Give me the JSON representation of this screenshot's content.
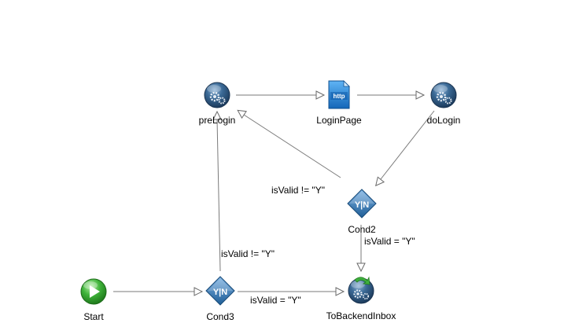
{
  "diagram": {
    "nodes": {
      "prelogin": {
        "label": "preLogin",
        "icon": "gears-service-icon"
      },
      "loginpage": {
        "label": "LoginPage",
        "icon": "http-page-icon",
        "icon_text": "http"
      },
      "dologin": {
        "label": "doLogin",
        "icon": "gears-service-icon"
      },
      "cond2": {
        "label": "Cond2",
        "icon": "yes-no-decision-icon",
        "icon_text": "Y|N"
      },
      "start": {
        "label": "Start",
        "icon": "play-icon"
      },
      "cond3": {
        "label": "Cond3",
        "icon": "yes-no-decision-icon",
        "icon_text": "Y|N"
      },
      "tobackendinbox": {
        "label": "ToBackendInbox",
        "icon": "gears-transfer-icon"
      }
    },
    "edges": {
      "cond2_to_prelogin": {
        "label": "isValid != \"Y\""
      },
      "cond2_to_tobackendinbox": {
        "label": "isValid = \"Y\""
      },
      "cond3_to_prelogin": {
        "label": "isValid != \"Y\""
      },
      "cond3_to_tobackendinbox": {
        "label": "isValid = \"Y\""
      }
    },
    "colors": {
      "service_blue": "#2f5a86",
      "decision_blue": "#3d7fb8",
      "start_green": "#35a835",
      "transfer_green": "#3fae3f",
      "http_blue": "#2a7fd0"
    }
  }
}
